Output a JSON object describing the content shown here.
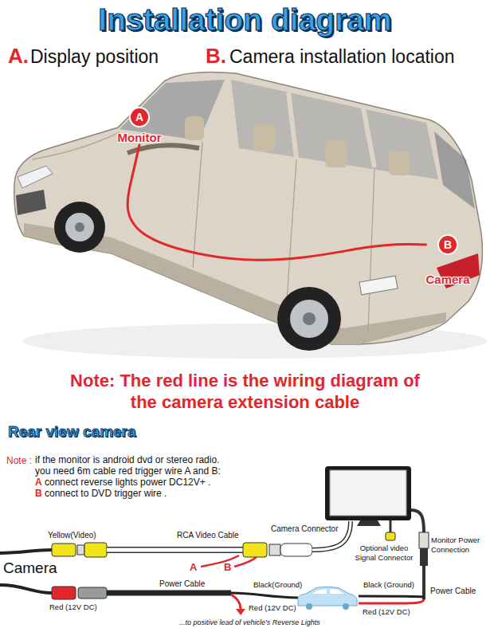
{
  "diagram": {
    "title": "Installation diagram",
    "nodes": [
      {
        "text": [
          "A",
          "Monitor"
        ]
      },
      {
        "text": [
          "B",
          "Camera"
        ]
      }
    ],
    "edges": [
      {
        "from": 0,
        "to": 1,
        "arrow": "none"
      }
    ],
    "labels": [
      "A.",
      "Display position",
      "B.",
      "Camera installation location",
      "Note: The red line is the wiring diagram of the camera extension cable",
      "Rear view camera",
      "Note :",
      "if the monitor is android dvd or stereo radio. you need 6m cable red trigger wire A and B:",
      "A",
      "connect reverse lights power DC12V+ .",
      "B",
      "connect to DVD trigger wire .",
      "Camera",
      "Yellow(Video)",
      "RCA Video Cable",
      "Camera Connector",
      "Optional video Signal Connector",
      "Monitor Power Connection",
      "A",
      "B",
      "Black(Ground)",
      "Black (Ground)",
      "Red (12V DC)",
      "Power Cable",
      "Red (12V DC)",
      "Red (12V DC)",
      "Power Cable",
      "...to positive lead of vehicle's Reverse Lights"
    ]
  }
}
